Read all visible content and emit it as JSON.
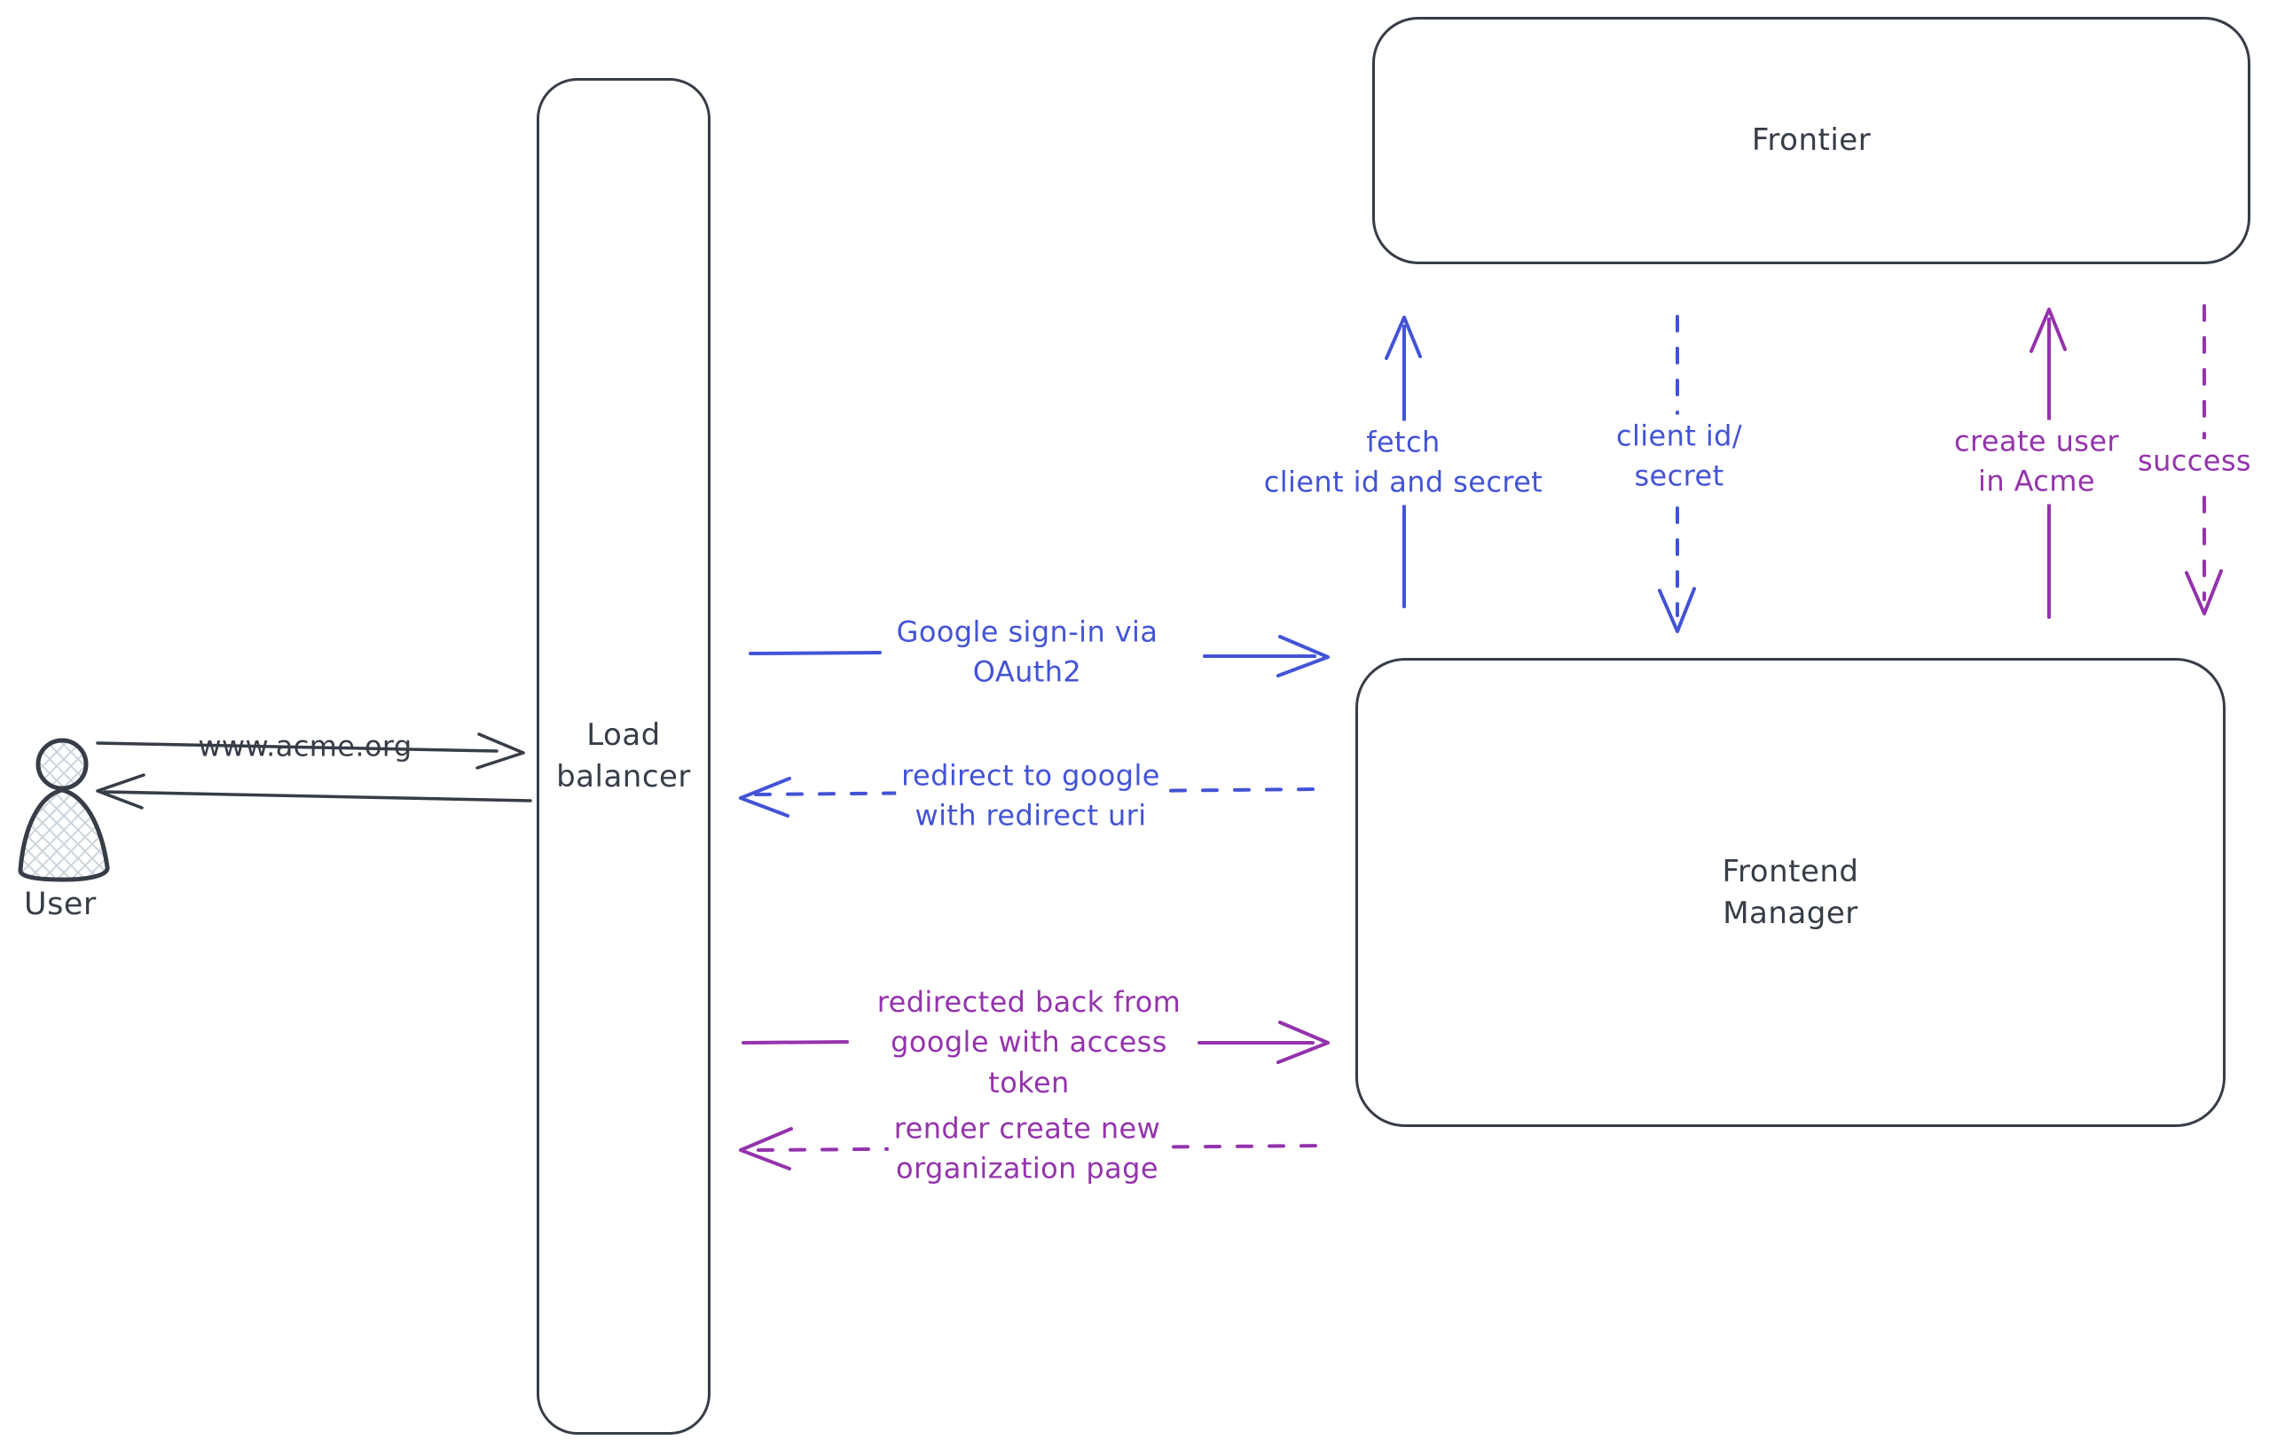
{
  "colors": {
    "blue": "#4353d6",
    "purple": "#9433ac",
    "ink": "#373d47",
    "hatch": "#ccd4dc",
    "background": "#ffffff"
  },
  "nodes": {
    "user": {
      "label": "User"
    },
    "load_balancer": {
      "lines": [
        "Load",
        "balancer"
      ]
    },
    "frontier": {
      "label": "Frontier"
    },
    "frontend_manager": {
      "lines": [
        "Frontend",
        "Manager"
      ]
    }
  },
  "edges": {
    "user_to_lb": {
      "label": "www.acme.org",
      "style": "solid",
      "color": "ink"
    },
    "lb_to_user": {
      "label": "",
      "style": "solid",
      "color": "ink"
    },
    "signin": {
      "lines": [
        "Google sign-in via",
        "OAuth2"
      ],
      "style": "solid",
      "color": "blue"
    },
    "redirect": {
      "lines": [
        "redirect to google",
        "with redirect uri"
      ],
      "style": "dashed",
      "color": "blue"
    },
    "fetch": {
      "lines": [
        "fetch",
        "client id and secret"
      ],
      "style": "solid",
      "color": "blue"
    },
    "client_id": {
      "lines": [
        "client id/",
        "secret"
      ],
      "style": "dashed",
      "color": "blue"
    },
    "create_user": {
      "lines": [
        "create user",
        "in Acme"
      ],
      "style": "solid",
      "color": "purple"
    },
    "success": {
      "label": "success",
      "style": "dashed",
      "color": "purple"
    },
    "redirected_back": {
      "lines": [
        "redirected back from",
        "google with access",
        "token"
      ],
      "style": "solid",
      "color": "purple"
    },
    "render_page": {
      "lines": [
        "render create new",
        "organization page"
      ],
      "style": "dashed",
      "color": "purple"
    }
  }
}
